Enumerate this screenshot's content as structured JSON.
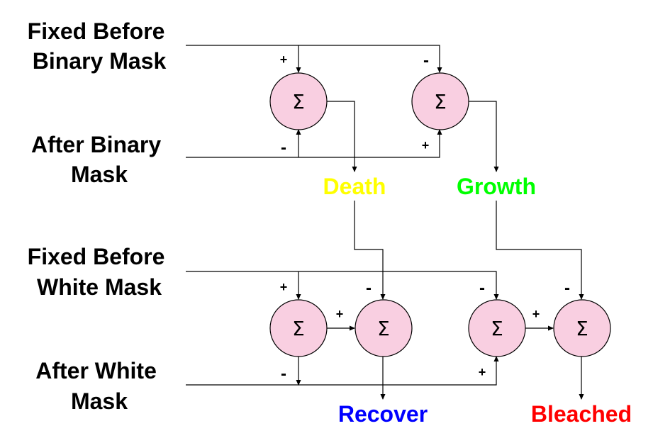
{
  "inputs": {
    "fixed_before_binary": [
      "Fixed Before",
      "Binary Mask"
    ],
    "after_binary": [
      "After Binary",
      "Mask"
    ],
    "fixed_before_white": [
      "Fixed Before",
      "White Mask"
    ],
    "after_white": [
      "After White",
      "Mask"
    ]
  },
  "summer_symbol": "Σ",
  "signs": {
    "plus": "+",
    "minus": "-"
  },
  "outputs": {
    "death": "Death",
    "growth": "Growth",
    "recover": "Recover",
    "bleached": "Bleached"
  },
  "colors": {
    "death": "#ffff00",
    "growth": "#00ff00",
    "recover": "#0000ff",
    "bleached": "#ff0000",
    "summer_fill": "#f9cfe1"
  }
}
